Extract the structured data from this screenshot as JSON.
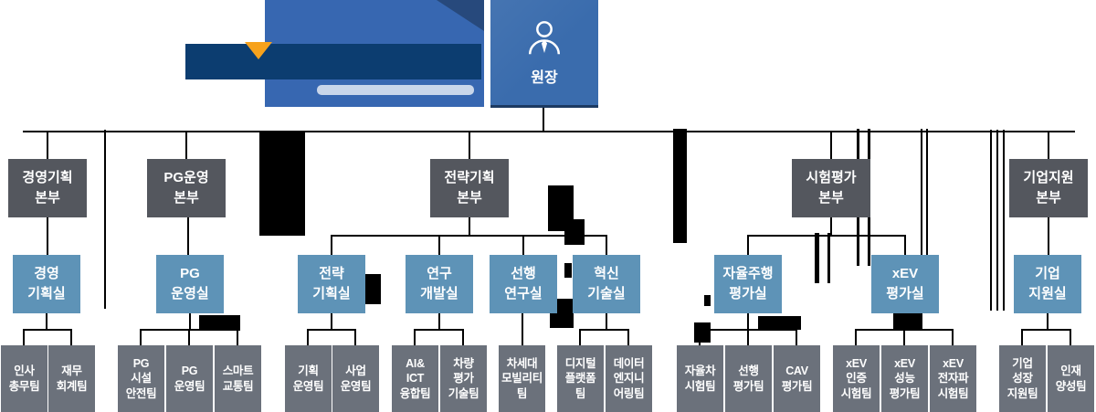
{
  "director": {
    "label": "원장"
  },
  "colors": {
    "headquarters_box": "#54575e",
    "office_box": "#5e93b7",
    "team_box": "#6b717b",
    "director_box": "#3a6cad",
    "logo_background": "#3767b1",
    "logo_bar": "#0c3d70",
    "logo_accent": "#f7a21c",
    "connector": "#000000"
  },
  "divisions": [
    {
      "id": "mgmt",
      "label": "경영기획\n본부",
      "offices": [
        {
          "id": "mgmt-office",
          "label": "경영\n기획실",
          "teams": [
            {
              "id": "hr-ga",
              "label": "인사\n총무팀"
            },
            {
              "id": "finance",
              "label": "재무\n회계팀"
            }
          ]
        }
      ]
    },
    {
      "id": "pg",
      "label": "PG운영\n본부",
      "offices": [
        {
          "id": "pg-office",
          "label": "PG\n운영실",
          "teams": [
            {
              "id": "pg-facility-safety",
              "label": "PG\n시설\n안전팀"
            },
            {
              "id": "pg-operations",
              "label": "PG\n운영팀"
            },
            {
              "id": "smart-traffic",
              "label": "스마트\n교통팀"
            }
          ]
        }
      ]
    },
    {
      "id": "strategy",
      "label": "전략기획\n본부",
      "offices": [
        {
          "id": "strategy-office",
          "label": "전략\n기획실",
          "teams": [
            {
              "id": "planning-ops",
              "label": "기획\n운영팀"
            },
            {
              "id": "business-ops",
              "label": "사업\n운영팀"
            }
          ]
        },
        {
          "id": "rnd-office",
          "label": "연구\n개발실",
          "teams": [
            {
              "id": "ai-ict-convergence",
              "label": "AI&\nICT\n융합팀"
            },
            {
              "id": "vehicle-eval-tech",
              "label": "차량\n평가\n기술팀"
            }
          ]
        },
        {
          "id": "advanced-research-office",
          "label": "선행\n연구실",
          "teams": [
            {
              "id": "next-gen-mobility",
              "label": "차세대\n모빌리티\n팀"
            }
          ]
        },
        {
          "id": "innovation-office",
          "label": "혁신\n기술실",
          "teams": [
            {
              "id": "digital-platform",
              "label": "디지털\n플랫폼\n팀"
            },
            {
              "id": "data-engineering",
              "label": "데이터\n엔지니\n어링팀"
            }
          ]
        }
      ]
    },
    {
      "id": "test-eval",
      "label": "시험평가\n본부",
      "offices": [
        {
          "id": "autonomous-office",
          "label": "자율주행\n평가실",
          "teams": [
            {
              "id": "autonomous-vehicle-test",
              "label": "자율차\n시험팀"
            },
            {
              "id": "advanced-eval",
              "label": "선행\n평가팀"
            },
            {
              "id": "cav-eval",
              "label": "CAV\n평가팀"
            }
          ]
        },
        {
          "id": "xev-office",
          "label": "xEV\n평가실",
          "teams": [
            {
              "id": "xev-certification",
              "label": "xEV\n인증\n시험팀"
            },
            {
              "id": "xev-performance",
              "label": "xEV\n성능\n평가팀"
            },
            {
              "id": "xev-emc",
              "label": "xEV\n전자파\n시험팀"
            }
          ]
        }
      ]
    },
    {
      "id": "biz-support",
      "label": "기업지원\n본부",
      "offices": [
        {
          "id": "biz-support-office",
          "label": "기업\n지원실",
          "teams": [
            {
              "id": "biz-growth",
              "label": "기업\n성장\n지원팀"
            },
            {
              "id": "talent",
              "label": "인재\n양성팀"
            }
          ]
        }
      ]
    }
  ]
}
